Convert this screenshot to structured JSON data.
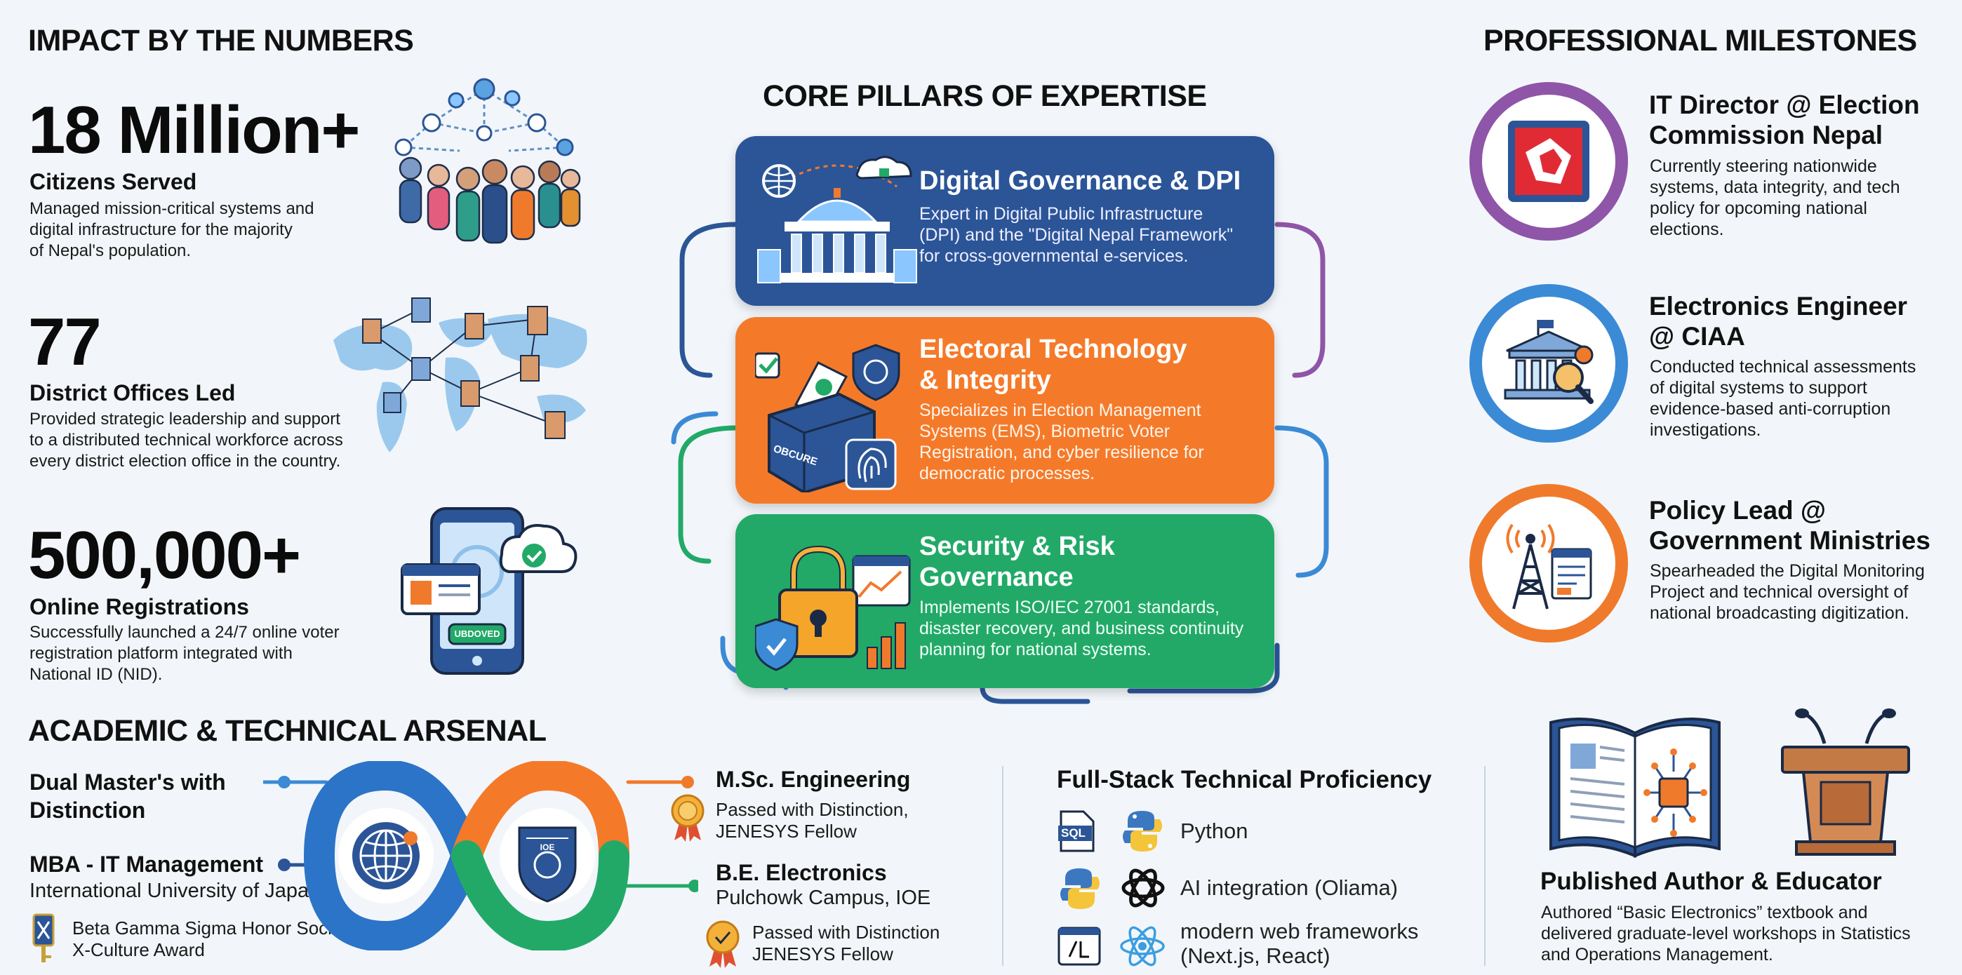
{
  "impact": {
    "heading": "IMPACT BY THE NUMBERS",
    "stats": [
      {
        "number": "18 Million+",
        "label": "Citizens Served",
        "desc": [
          "Managed mission-critical systems and",
          "digital infrastructure for the majority",
          "of Nepal's population."
        ],
        "icon": "people-network-icon"
      },
      {
        "number": "77",
        "label": "District Offices Led",
        "desc": [
          "Provided strategic leadership and support",
          "to a distributed technical workforce across",
          "every district election office in the country."
        ],
        "icon": "world-map-offices-icon"
      },
      {
        "number": "500,000+",
        "label": "Online Registrations",
        "desc": [
          "Successfully launched a 24/7 online voter",
          "registration platform integrated with",
          "National ID (NID)."
        ],
        "icon": "phone-registration-icon",
        "badge": "UBDOVED"
      }
    ]
  },
  "pillars": {
    "heading": "CORE PILLARS OF EXPERTISE",
    "items": [
      {
        "title": [
          "Digital Governance & DPI"
        ],
        "desc": [
          "Expert in Digital Public Infrastructure",
          "(DPI) and the \"Digital Nepal Framework\"",
          "for cross-governmental e-services."
        ],
        "color": "#2b5597",
        "icon": "government-building-icon"
      },
      {
        "title": [
          "Electoral Technology",
          "& Integrity"
        ],
        "desc": [
          "Specializes in Election Management",
          "Systems (EMS), Biometric Voter",
          "Registration, and cyber resilience for",
          "democratic processes."
        ],
        "color": "#f47a2a",
        "icon": "ballot-box-icon",
        "box_label": "OBCURE"
      },
      {
        "title": [
          "Security & Risk",
          "Governance"
        ],
        "desc": [
          "Implements ISO/IEC 27001 standards,",
          "disaster recovery, and business continuity",
          "planning for national systems."
        ],
        "color": "#22a968",
        "icon": "padlock-shield-icon"
      }
    ]
  },
  "milestones": {
    "heading": "PROFESSIONAL MILESTONES",
    "items": [
      {
        "title": [
          "IT Director @ Election",
          "Commission Nepal"
        ],
        "desc": [
          "Currently steering nationwide",
          "systems, data integrity, and tech",
          "policy for opcoming national",
          "elections."
        ],
        "ring_color": "#8e55a8",
        "icon": "election-commission-logo-icon"
      },
      {
        "title": [
          "Electronics Engineer",
          "@ CIAA"
        ],
        "desc": [
          "Conducted technical assessments",
          "of digital systems to support",
          "evidence-based anti-corruption",
          "investigations."
        ],
        "ring_color": "#3b8ad6",
        "icon": "bank-magnifier-icon"
      },
      {
        "title": [
          "Policy Lead @",
          "Government Ministries"
        ],
        "desc": [
          "Spearheaded the Digital Monitoring",
          "Project and technical oversight of",
          "national broadcasting digitization."
        ],
        "ring_color": "#f07a2c",
        "icon": "broadcast-tower-icon"
      }
    ]
  },
  "academic": {
    "heading": "ACADEMIC & TECHNICAL ARSENAL",
    "dual": [
      "Dual Master's with",
      "Distinction"
    ],
    "mba_title": "MBA - IT Management",
    "mba_school": "International University of Japan",
    "honors": [
      "Beta Gamma Sigma Honor Society",
      "X-Culture Award"
    ],
    "msc_title": "M.Sc. Engineering",
    "msc_desc": [
      "Passed with Distinction,",
      "JENESYS Fellow"
    ],
    "be_title": "B.E. Electronics",
    "be_school": "Pulchowk Campus, IOE",
    "be_desc": [
      "Passed with Distinction",
      "JENESYS Fellow"
    ],
    "emblem_text": "IOE"
  },
  "skills": {
    "heading": "Full-Stack Technical Proficiency",
    "items": [
      {
        "label": "Python",
        "icons": [
          "sql-file-icon",
          "python-icon"
        ]
      },
      {
        "label": "AI integration (Oliama)",
        "icons": [
          "python-icon",
          "openai-icon"
        ]
      },
      {
        "label": [
          "modern web frameworks",
          "(Next.js, React)"
        ],
        "icons": [
          "nextjs-icon",
          "react-icon"
        ]
      }
    ],
    "sql_text": "SQL"
  },
  "author": {
    "title": "Published Author & Educator",
    "desc": [
      "Authored “Basic Electronics” textbook and",
      "delivered graduate-level workshops in Statistics",
      "and Operations Management."
    ]
  },
  "colors": {
    "navy": "#2b5597",
    "orange": "#f47a2a",
    "green": "#22a968",
    "purple": "#8e55a8",
    "blue": "#3b8ad6"
  }
}
